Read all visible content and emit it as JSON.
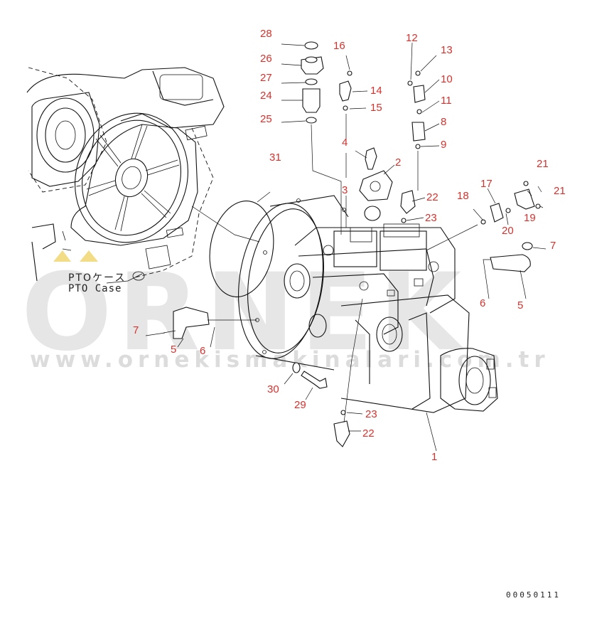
{
  "watermark": {
    "brand": "ORNEK",
    "url": "www.ornekismakinalari.com.tr"
  },
  "labels": {
    "pto_case_jp": "PTOケース",
    "pto_case_en": "PTO Case",
    "doc_number": "00050111"
  },
  "callouts": [
    {
      "text": "28"
    },
    {
      "text": "26"
    },
    {
      "text": "27"
    },
    {
      "text": "24"
    },
    {
      "text": "25"
    },
    {
      "text": "16"
    },
    {
      "text": "14"
    },
    {
      "text": "15"
    },
    {
      "text": "4"
    },
    {
      "text": "3"
    },
    {
      "text": "2"
    },
    {
      "text": "12"
    },
    {
      "text": "13"
    },
    {
      "text": "10"
    },
    {
      "text": "11"
    },
    {
      "text": "8"
    },
    {
      "text": "9"
    },
    {
      "text": "22"
    },
    {
      "text": "23"
    },
    {
      "text": "18"
    },
    {
      "text": "17"
    },
    {
      "text": "20"
    },
    {
      "text": "19"
    },
    {
      "text": "21"
    },
    {
      "text": "21"
    },
    {
      "text": "7"
    },
    {
      "text": "6"
    },
    {
      "text": "5"
    },
    {
      "text": "31"
    },
    {
      "text": "7"
    },
    {
      "text": "5"
    },
    {
      "text": "6"
    },
    {
      "text": "30"
    },
    {
      "text": "29"
    },
    {
      "text": "23"
    },
    {
      "text": "22"
    },
    {
      "text": "1"
    }
  ],
  "colors": {
    "callout": "#d6322e",
    "line": "#111111",
    "watermark": "#e6e6e6"
  }
}
